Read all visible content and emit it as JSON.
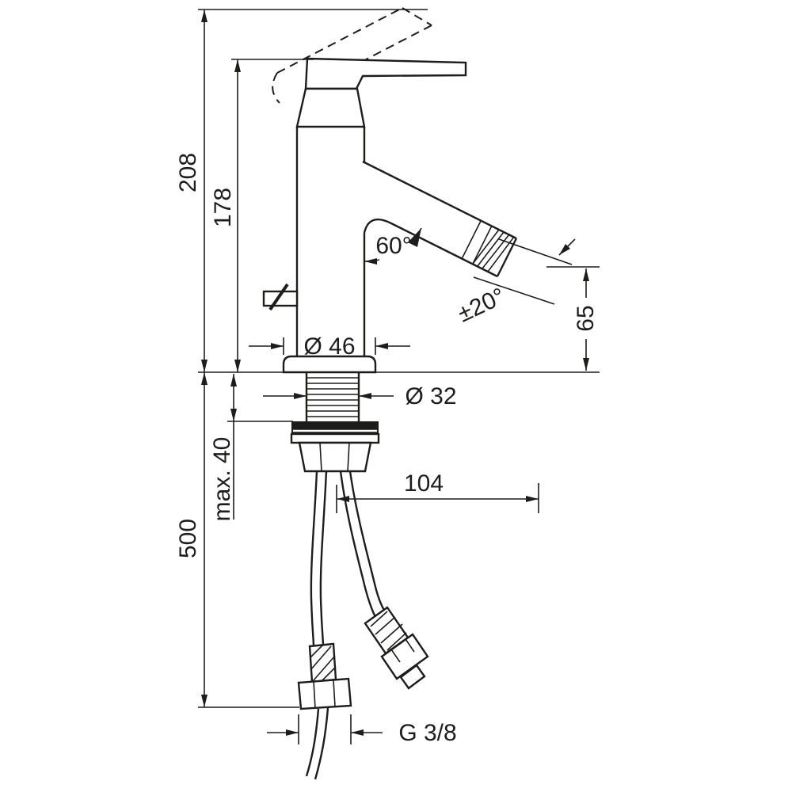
{
  "colors": {
    "line": "#1d1d1b",
    "background": "#ffffff"
  },
  "dimensions": {
    "total_height": "208",
    "body_height": "178",
    "spout_angle": "60°",
    "swivel_range": "±20°",
    "outlet_height": "65",
    "base_diameter": "Ø 46",
    "shank_diameter": "Ø 32",
    "max_mounting_thickness": "max. 40",
    "spout_reach": "104",
    "hose_length": "500",
    "connection_thread": "G 3/8"
  }
}
